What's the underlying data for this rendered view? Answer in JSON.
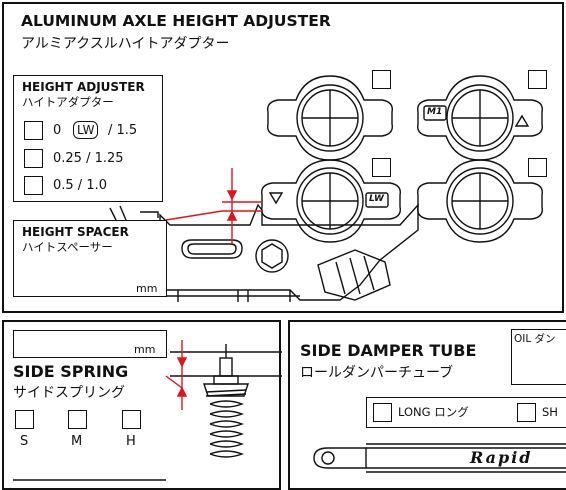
{
  "top": {
    "title": "ALUMINUM AXLE HEIGHT ADJUSTER",
    "title_jp": "アルミアクスルハイトアダプター",
    "height_adjuster": {
      "title": "HEIGHT ADJUSTER",
      "title_jp": "ハイトアダプター",
      "opt1_a": "0",
      "opt1_lw": "LW",
      "opt1_b": "/ 1.5",
      "opt2": "0.25 / 1.25",
      "opt3": "0.5 / 1.0"
    },
    "height_spacer": {
      "title": "HEIGHT SPACER",
      "title_jp": "ハイトスペーサー",
      "unit": "mm"
    },
    "adjuster_labels": {
      "m1": "M1",
      "lw": "LW"
    }
  },
  "side_spring": {
    "unit": "mm",
    "title": "SIDE SPRING",
    "title_jp": "サイドスプリング",
    "options": [
      "S",
      "M",
      "H"
    ]
  },
  "side_damper": {
    "title": "SIDE DAMPER TUBE",
    "title_jp": "ロールダンパーチューブ",
    "oil_label": "OIL ダン",
    "long_label": "LONG ロング",
    "short_label": "SH",
    "logo": "Rapid"
  },
  "colors": {
    "accent": "#e0141e",
    "line": "#111111"
  }
}
